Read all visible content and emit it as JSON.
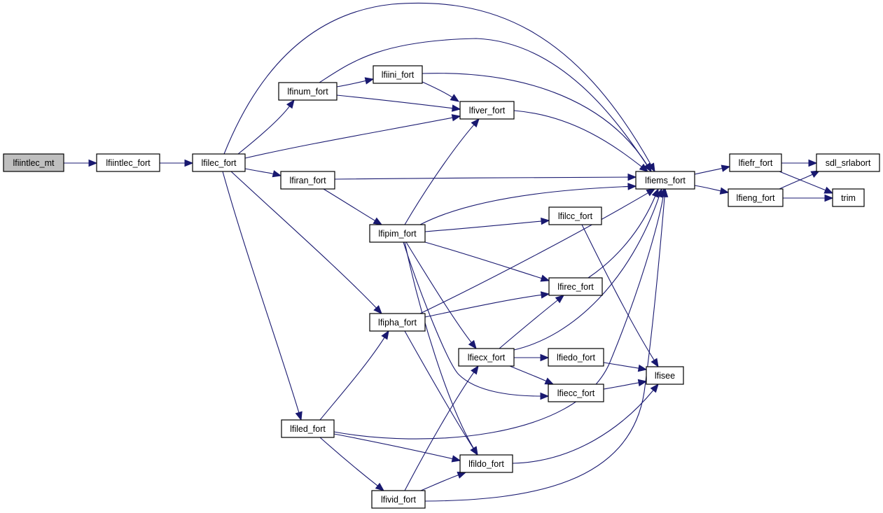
{
  "graph": {
    "type": "call-graph",
    "colors": {
      "edge": "#191970",
      "node_border": "#000000",
      "node_fill": "#ffffff",
      "root_fill": "#bfbfbf"
    },
    "root": "lfiintlec_mt",
    "nodes": [
      {
        "id": "lfiintlec_mt",
        "label": "lfiintlec_mt",
        "root": true
      },
      {
        "id": "lfiintlec_fort",
        "label": "lfiintlec_fort"
      },
      {
        "id": "lfilec_fort",
        "label": "lfilec_fort"
      },
      {
        "id": "lfinum_fort",
        "label": "lfinum_fort"
      },
      {
        "id": "lfiini_fort",
        "label": "lfiini_fort"
      },
      {
        "id": "lfiver_fort",
        "label": "lfiver_fort"
      },
      {
        "id": "lfiran_fort",
        "label": "lfiran_fort"
      },
      {
        "id": "lfiems_fort",
        "label": "lfiems_fort"
      },
      {
        "id": "lfiefr_fort",
        "label": "lfiefr_fort"
      },
      {
        "id": "lfieng_fort",
        "label": "lfieng_fort"
      },
      {
        "id": "sdl_srlabort",
        "label": "sdl_srlabort"
      },
      {
        "id": "trim",
        "label": "trim"
      },
      {
        "id": "lfipim_fort",
        "label": "lfipim_fort"
      },
      {
        "id": "lfilcc_fort",
        "label": "lfilcc_fort"
      },
      {
        "id": "lfirec_fort",
        "label": "lfirec_fort"
      },
      {
        "id": "lfipha_fort",
        "label": "lfipha_fort"
      },
      {
        "id": "lfiecx_fort",
        "label": "lfiecx_fort"
      },
      {
        "id": "lfiedo_fort",
        "label": "lfiedo_fort"
      },
      {
        "id": "lfisee",
        "label": "lfisee"
      },
      {
        "id": "lfiecc_fort",
        "label": "lfiecc_fort"
      },
      {
        "id": "lfiled_fort",
        "label": "lfiled_fort"
      },
      {
        "id": "lfildo_fort",
        "label": "lfildo_fort"
      },
      {
        "id": "lfivid_fort",
        "label": "lfivid_fort"
      }
    ],
    "edges": [
      {
        "from": "lfiintlec_mt",
        "to": "lfiintlec_fort"
      },
      {
        "from": "lfiintlec_fort",
        "to": "lfilec_fort"
      },
      {
        "from": "lfilec_fort",
        "to": "lfinum_fort"
      },
      {
        "from": "lfilec_fort",
        "to": "lfiver_fort"
      },
      {
        "from": "lfilec_fort",
        "to": "lfiran_fort"
      },
      {
        "from": "lfilec_fort",
        "to": "lfiems_fort"
      },
      {
        "from": "lfilec_fort",
        "to": "lfipha_fort"
      },
      {
        "from": "lfilec_fort",
        "to": "lfiled_fort"
      },
      {
        "from": "lfinum_fort",
        "to": "lfiini_fort"
      },
      {
        "from": "lfinum_fort",
        "to": "lfiver_fort"
      },
      {
        "from": "lfinum_fort",
        "to": "lfiems_fort"
      },
      {
        "from": "lfiini_fort",
        "to": "lfiver_fort"
      },
      {
        "from": "lfiini_fort",
        "to": "lfiems_fort"
      },
      {
        "from": "lfiver_fort",
        "to": "lfiems_fort"
      },
      {
        "from": "lfiran_fort",
        "to": "lfiems_fort"
      },
      {
        "from": "lfiran_fort",
        "to": "lfipim_fort"
      },
      {
        "from": "lfiems_fort",
        "to": "lfiefr_fort"
      },
      {
        "from": "lfiems_fort",
        "to": "lfieng_fort"
      },
      {
        "from": "lfiefr_fort",
        "to": "sdl_srlabort"
      },
      {
        "from": "lfiefr_fort",
        "to": "trim"
      },
      {
        "from": "lfieng_fort",
        "to": "sdl_srlabort"
      },
      {
        "from": "lfieng_fort",
        "to": "trim"
      },
      {
        "from": "lfipim_fort",
        "to": "lfiver_fort"
      },
      {
        "from": "lfipim_fort",
        "to": "lfiems_fort"
      },
      {
        "from": "lfipim_fort",
        "to": "lfilcc_fort"
      },
      {
        "from": "lfipim_fort",
        "to": "lfirec_fort"
      },
      {
        "from": "lfipim_fort",
        "to": "lfiecx_fort"
      },
      {
        "from": "lfipim_fort",
        "to": "lfiecc_fort"
      },
      {
        "from": "lfipim_fort",
        "to": "lfildo_fort"
      },
      {
        "from": "lfilcc_fort",
        "to": "lfisee"
      },
      {
        "from": "lfirec_fort",
        "to": "lfiems_fort"
      },
      {
        "from": "lfipha_fort",
        "to": "lfiems_fort"
      },
      {
        "from": "lfipha_fort",
        "to": "lfirec_fort"
      },
      {
        "from": "lfipha_fort",
        "to": "lfildo_fort"
      },
      {
        "from": "lfiecx_fort",
        "to": "lfirec_fort"
      },
      {
        "from": "lfiecx_fort",
        "to": "lfiems_fort"
      },
      {
        "from": "lfiecx_fort",
        "to": "lfiedo_fort"
      },
      {
        "from": "lfiecx_fort",
        "to": "lfiecc_fort"
      },
      {
        "from": "lfiedo_fort",
        "to": "lfisee"
      },
      {
        "from": "lfiecc_fort",
        "to": "lfisee"
      },
      {
        "from": "lfiled_fort",
        "to": "lfipha_fort"
      },
      {
        "from": "lfiled_fort",
        "to": "lfiems_fort"
      },
      {
        "from": "lfiled_fort",
        "to": "lfildo_fort"
      },
      {
        "from": "lfiled_fort",
        "to": "lfivid_fort"
      },
      {
        "from": "lfildo_fort",
        "to": "lfisee"
      },
      {
        "from": "lfivid_fort",
        "to": "lfiecx_fort"
      },
      {
        "from": "lfivid_fort",
        "to": "lfildo_fort"
      },
      {
        "from": "lfivid_fort",
        "to": "lfiems_fort"
      }
    ]
  }
}
